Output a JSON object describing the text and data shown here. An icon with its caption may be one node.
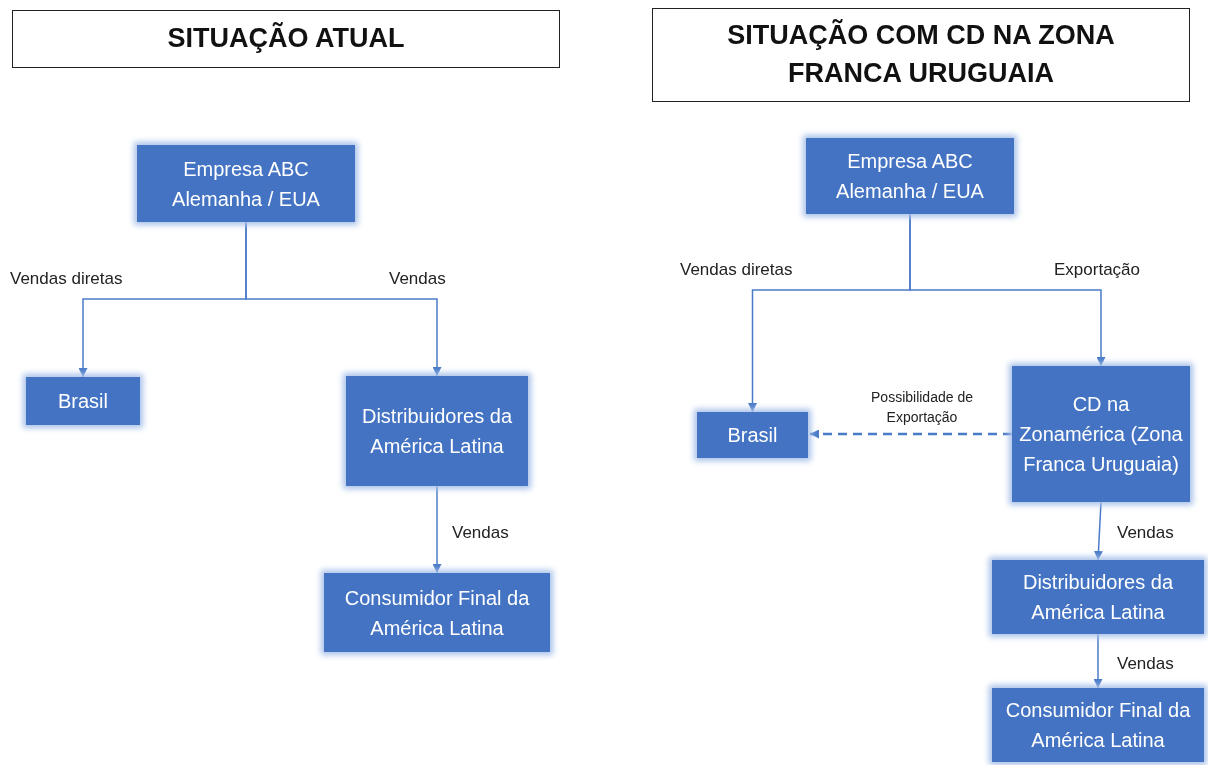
{
  "diagram": {
    "nodes": [
      {
        "text": [
          "SITUAÇÃO ATUAL"
        ]
      },
      {
        "text": [
          "SITUAÇÃO COM CD NA ZONA FRANCA URUGUAIA"
        ]
      },
      {
        "text": [
          "Empresa ABC Alemanha / EUA"
        ]
      },
      {
        "text": [
          "Brasil"
        ]
      },
      {
        "text": [
          "Distribuidores da América Latina"
        ]
      },
      {
        "text": [
          "Consumidor Final da América Latina"
        ]
      },
      {
        "text": [
          "Empresa ABC Alemanha / EUA"
        ]
      },
      {
        "text": [
          "Brasil"
        ]
      },
      {
        "text": [
          "CD na Zonamérica (Zona Franca Uruguaia)"
        ]
      },
      {
        "text": [
          "Distribuidores da América Latina"
        ]
      },
      {
        "text": [
          "Consumidor Final da América Latina"
        ]
      }
    ],
    "edges": [
      {
        "from": 2,
        "to": 3,
        "arrow": "to",
        "label": "Vendas diretas"
      },
      {
        "from": 2,
        "to": 4,
        "arrow": "to",
        "label": "Vendas"
      },
      {
        "from": 4,
        "to": 5,
        "arrow": "to",
        "label": "Vendas"
      },
      {
        "from": 6,
        "to": 7,
        "arrow": "to",
        "label": "Vendas diretas"
      },
      {
        "from": 6,
        "to": 8,
        "arrow": "to",
        "label": "Exportação"
      },
      {
        "from": 8,
        "to": 7,
        "arrow": "to",
        "label": "Possibilidade de Exportação",
        "style": "dashed"
      },
      {
        "from": 8,
        "to": 9,
        "arrow": "to",
        "label": "Vendas"
      },
      {
        "from": 9,
        "to": 10,
        "arrow": "to",
        "label": "Vendas"
      }
    ]
  }
}
